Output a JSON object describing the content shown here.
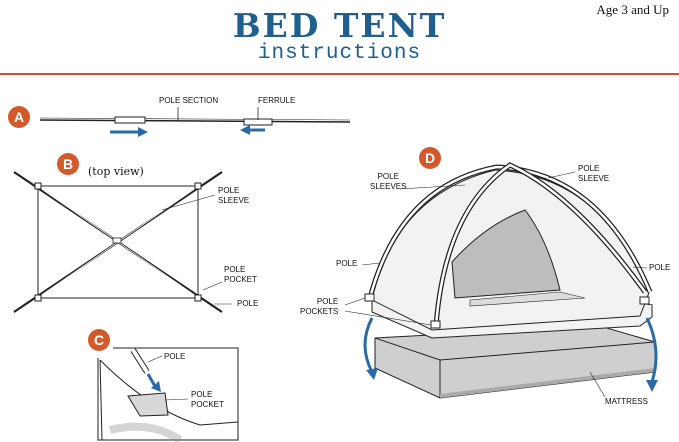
{
  "header": {
    "title": "BED TENT",
    "subtitle": "instructions",
    "age": "Age 3 and Up"
  },
  "steps": {
    "a": {
      "badge": "A",
      "pole_section": "POLE SECTION",
      "ferrule": "FERRULE"
    },
    "b": {
      "badge": "B",
      "view": "(top view)",
      "pole_sleeve": "POLE\nSLEEVE",
      "pole_pocket": "POLE\nPOCKET",
      "pole": "POLE"
    },
    "c": {
      "badge": "C",
      "pole": "POLE",
      "pole_pocket": "POLE\nPOCKET"
    },
    "d": {
      "badge": "D",
      "pole_sleeves": "POLE\nSLEEVES",
      "pole_sleeve": "POLE\nSLEEVE",
      "pole_left": "POLE",
      "pole_right": "POLE",
      "pole_pockets": "POLE\nPOCKETS",
      "mattress": "MATTRESS"
    }
  },
  "colors": {
    "brand_blue": "#1e5f8e",
    "accent_orange": "#d3592a",
    "arrow_blue": "#2a6aa8"
  }
}
